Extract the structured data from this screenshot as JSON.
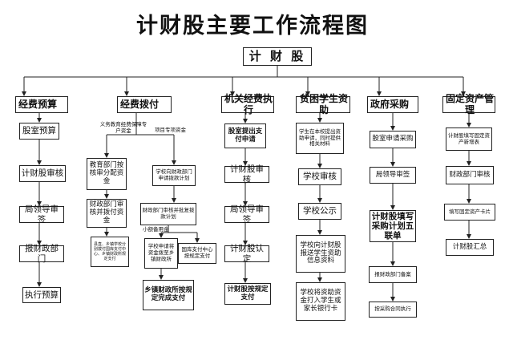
{
  "title": "计财股主要工作流程图",
  "root": "计 财 股",
  "columns": {
    "budget": {
      "header": "经费预算",
      "steps": [
        "股室预算",
        "计财股审核",
        "局领导审签",
        "报财政部门",
        "执行预算"
      ]
    },
    "allocation": {
      "header": "经费拨付",
      "branch_left_label": "义务教育经费保障专户资金",
      "branch_right_label": "项目专项资金",
      "left_steps": [
        "教育部门按核审分配资金",
        "财政部门审核并拨付资金",
        "县直、乡镇学校分别拨付国库支付中心、乡镇财政所规定支付"
      ],
      "right_steps": [
        "学校向财政部门申请拨款计划",
        "财政部门审核并批复拨款计划"
      ],
      "small_label": "小额备用金",
      "sub_steps": [
        "学校申请将资金拨至乡镇财政所",
        "国库支付中心按规定支付"
      ],
      "final_step": "乡镇财政所按规定完成支付"
    },
    "agency": {
      "header": "机关经费执行",
      "steps": [
        "股室提出支付申请",
        "计财股审核",
        "局领导审签",
        "计财股认定",
        "计财股按规定支付"
      ]
    },
    "student_aid": {
      "header": "贫困学生资助",
      "steps": [
        "学生在本校提出资助申请，同时提供相关材料",
        "学校审核",
        "学校公示",
        "学校向计财股报送学生资助信息资料",
        "学校将资助资金打入学生或家长银行卡"
      ]
    },
    "procurement": {
      "header": "政府采购",
      "steps": [
        "股室申请采购",
        "局领导审签",
        "计财股填写采购计划五联单",
        "报财政部门备案",
        "按采购合同执行"
      ]
    },
    "assets": {
      "header": "固定资产管理",
      "steps": [
        "计财股填写固定资产新增表",
        "财政部门审核",
        "填写固定资产卡片",
        "计财股汇总"
      ]
    }
  }
}
